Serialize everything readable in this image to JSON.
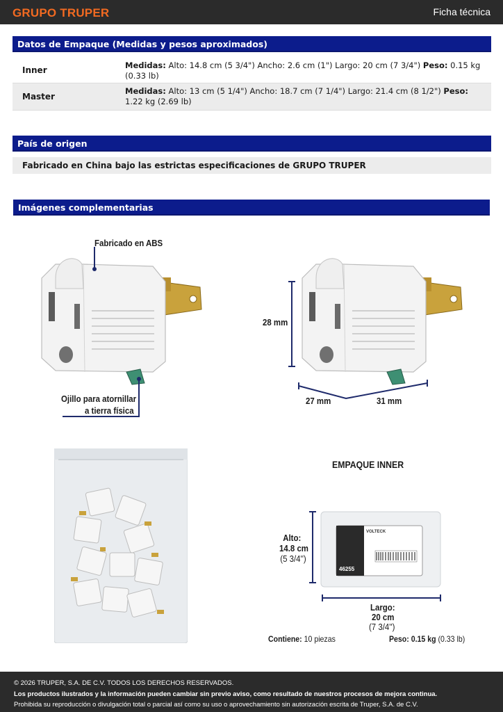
{
  "header": {
    "brand": "GRUPO TRUPER",
    "doc_type": "Ficha técnica"
  },
  "packaging": {
    "title": "Datos de Empaque (Medidas y pesos aproximados)",
    "rows": [
      {
        "label": "Inner",
        "medidas_label": "Medidas:",
        "medidas": "Alto: 14.8 cm (5 3/4\") Ancho: 2.6 cm (1\") Largo: 20 cm (7 3/4\")",
        "peso_label": "Peso:",
        "peso": "0.15 kg (0.33 lb)"
      },
      {
        "label": "Master",
        "medidas_label": "Medidas:",
        "medidas": "Alto: 13 cm (5 1/4\") Ancho: 18.7 cm (7 1/4\") Largo: 21.4 cm (8 1/2\")",
        "peso_label": "Peso:",
        "peso": "1.22 kg (2.69 lb)"
      }
    ]
  },
  "origin": {
    "title": "País de origen",
    "text": "Fabricado en China bajo las estrictas especificaciones de GRUPO TRUPER"
  },
  "images": {
    "title": "Imágenes complementarias",
    "callout_material": "Fabricado en ABS",
    "callout_ground_1": "Ojillo para atornillar",
    "callout_ground_2": "a tierra física",
    "dim_height": "28 mm",
    "dim_depth": "27 mm",
    "dim_width": "31 mm",
    "inner_title": "EMPAQUE INNER",
    "alto_label": "Alto:",
    "alto_cm": "14.8 cm",
    "alto_in": "(5 3/4'')",
    "largo_label": "Largo:",
    "largo_cm": "20 cm",
    "largo_in": "(7 3/4'')",
    "contiene_label": "Contiene:",
    "contiene_value": "10 piezas",
    "peso_label": "Peso:",
    "peso_value": "0.15 kg",
    "peso_lb": "(0.33 lb)",
    "package_brand": "VOLTECK",
    "package_code": "46255"
  },
  "footer": {
    "line1": "© 2026 TRUPER, S.A. DE C.V. TODOS LOS DERECHOS RESERVADOS.",
    "line2": "Los productos ilustrados y la información pueden cambiar sin previo aviso, como resultado de nuestros procesos de mejora continua.",
    "line3": "Prohibida su reproducción o divulgación total o parcial así como su uso o aprovechamiento sin autorización escrita de Truper, S.A. de C.V."
  },
  "colors": {
    "brand_orange": "#f26a21",
    "section_blue": "#0c1c8c",
    "dark_bar": "#2b2b2b"
  }
}
